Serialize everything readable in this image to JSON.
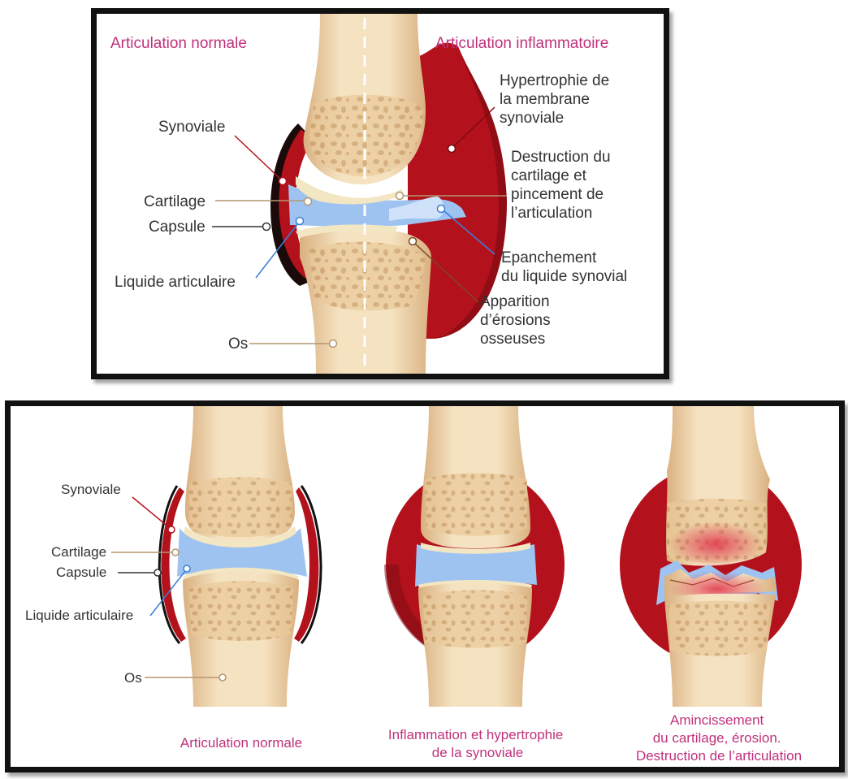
{
  "colors": {
    "title": "#c0317c",
    "bone": "#f2ddb8",
    "bone_dark": "#d2a878",
    "synovium": "#b3121d",
    "synovium_dark": "#7a0a10",
    "cartilage": "#f3e6c3",
    "fluid": "#9ec3f0",
    "divider": "#ffffff"
  },
  "top_panel": {
    "title_left": "Articulation normale",
    "title_right": "Articulation inflammatoire",
    "labels": {
      "synoviale": "Synoviale",
      "cartilage": "Cartilage",
      "capsule": "Capsule",
      "liquide": "Liquide articulaire",
      "os": "Os",
      "hypertrophie": [
        "Hypertrophie de",
        "la membrane",
        "synoviale"
      ],
      "destruction": [
        "Destruction du",
        "cartilage et",
        "pincement de",
        "l’articulation"
      ],
      "epanchement": [
        "Epanchement",
        "du liquide synovial"
      ],
      "apparition": [
        "Apparition",
        "d’érosions",
        "osseuses"
      ]
    }
  },
  "bottom_panel": {
    "labels": {
      "synoviale": "Synoviale",
      "cartilage": "Cartilage",
      "capsule": "Capsule",
      "liquide": "Liquide articulaire",
      "os": "Os"
    },
    "captions": {
      "normal": "Articulation normale",
      "inflammation": [
        "Inflammation et hypertrophie",
        "de la synoviale"
      ],
      "destruction": [
        "Amincissement",
        "du cartilage, érosion.",
        "Destruction de l’articulation"
      ]
    }
  }
}
